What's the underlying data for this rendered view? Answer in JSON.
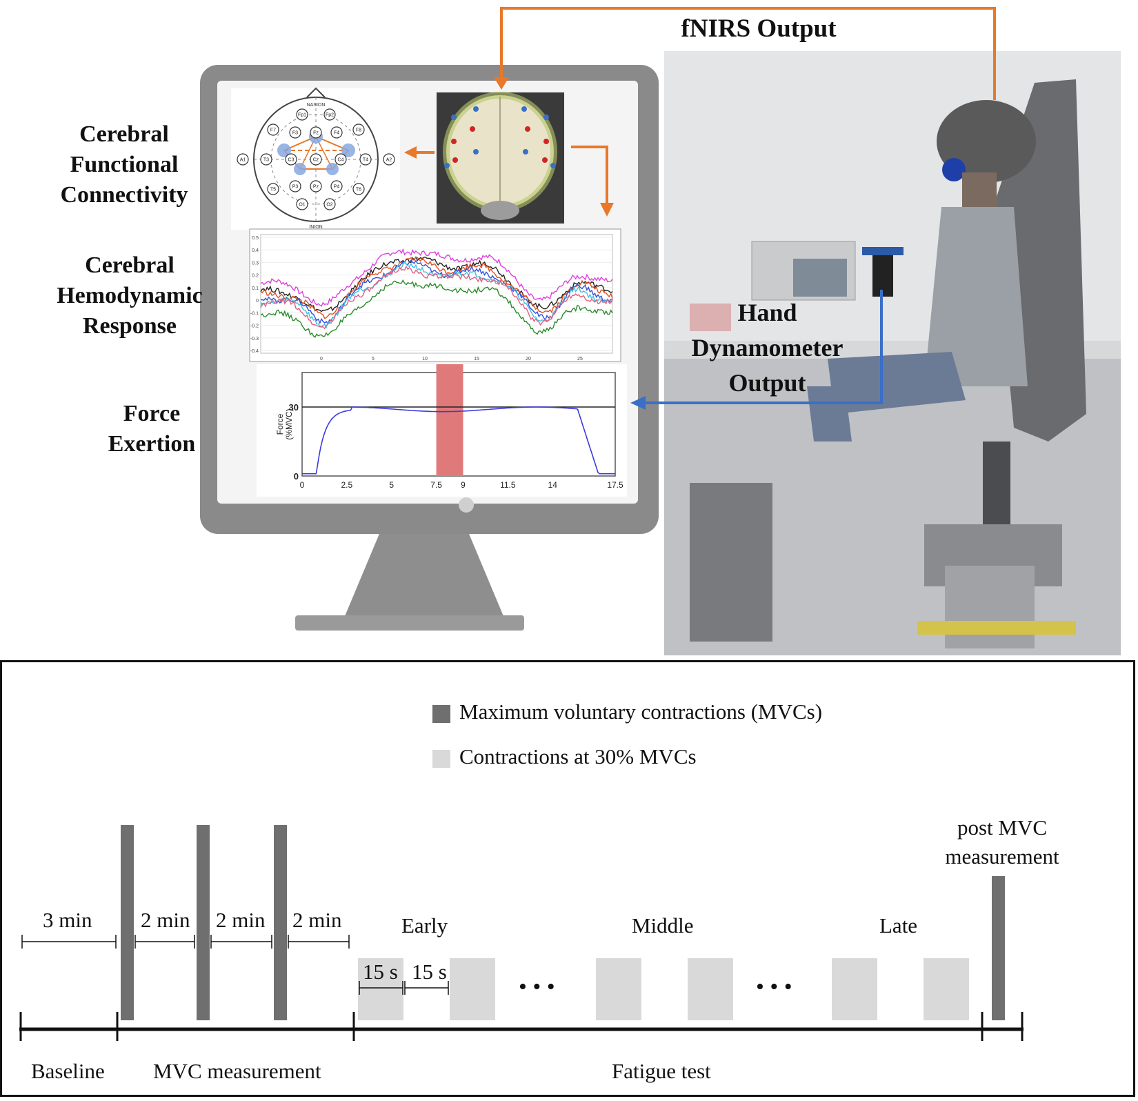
{
  "top": {
    "fnirs_output": "fNIRS Output",
    "hand_label": "Hand\nDynamometer\nOutput",
    "left_labels": [
      "Cerebral\nFunctional\nConnectivity",
      "Cerebral\nHemodynamic\nResponse",
      "Force\nExertion"
    ],
    "eeg": {
      "nasion": "NASION",
      "inion": "INION",
      "electrodes": [
        "Fp1",
        "Fp2",
        "F7",
        "F3",
        "Fz",
        "F4",
        "F8",
        "A1",
        "T3",
        "C3",
        "Cz",
        "C4",
        "T4",
        "A2",
        "T5",
        "P3",
        "Pz",
        "P4",
        "T6",
        "O1",
        "O2"
      ]
    },
    "hemo_chart": {
      "y_ticks": [
        "0.5",
        "0.4",
        "0.3",
        "0.2",
        "0.1",
        "0",
        "-0.1",
        "-0.2",
        "-0.3",
        "-0.4"
      ],
      "x_ticks": [
        "0",
        "5",
        "10",
        "15",
        "20",
        "25"
      ]
    },
    "force_chart": {
      "ylabel": "Force\n(%MVC)",
      "y_ticks": [
        "0",
        "30"
      ],
      "x_ticks": [
        "0",
        "2.5",
        "5",
        "7.5",
        "9",
        "11.5",
        "14",
        "17.5"
      ],
      "highlight_range": [
        7.5,
        9
      ],
      "reference_line": 30
    }
  },
  "timeline": {
    "legend": [
      {
        "label": "Maximum voluntary contractions (MVCs)",
        "color": "#6f6f6f"
      },
      {
        "label": "Contractions at 30% MVCs",
        "color": "#d9d9d9"
      }
    ],
    "intervals": [
      "3 min",
      "2 min",
      "2 min",
      "2 min"
    ],
    "burst_intervals": [
      "15 s",
      "15 s"
    ],
    "phases": [
      "Early",
      "Middle",
      "Late"
    ],
    "post_label": "post MVC\nmeasurement",
    "sections": [
      "Baseline",
      "MVC measurement",
      "Fatigue test"
    ],
    "ellipsis": "• • •"
  },
  "colors": {
    "orange_arrow": "#e8782a",
    "blue_arrow": "#3a6fc8",
    "mvc_bar": "#6f6f6f",
    "sub_bar": "#d9d9d9",
    "red_band": "#e07a7a"
  }
}
